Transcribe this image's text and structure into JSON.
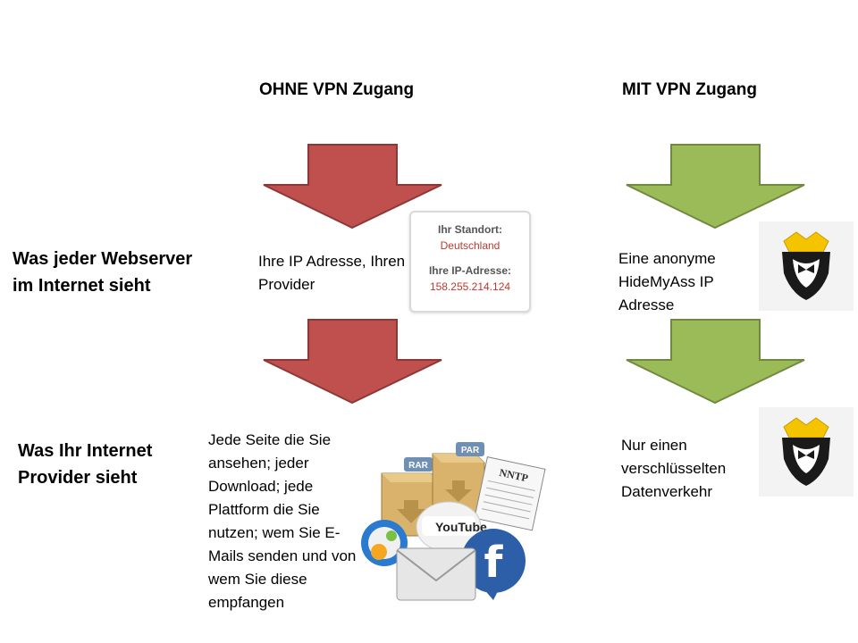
{
  "columns": {
    "without_vpn": "OHNE VPN Zugang",
    "with_vpn": "MIT VPN Zugang"
  },
  "rows": {
    "webserver": "Was jeder Webserver im Internet sieht",
    "provider": "Was Ihr Internet Provider sieht"
  },
  "cells": {
    "webserver_without": "Ihre IP Adresse, Ihren Provider",
    "webserver_with": "Eine  anonyme HideMyAss IP Adresse",
    "provider_without": "Jede Seite die Sie ansehen; jeder Download; jede Plattform die Sie nutzen; wem Sie E-Mails senden und von wem Sie diese empfangen",
    "provider_with": "Nur einen verschlüsselten Datenverkehr"
  },
  "ip_box": {
    "location_label": "Ihr Standort:",
    "location_value": "Deutschland",
    "ip_label": "Ihre IP-Adresse:",
    "ip_value": "158.255.214.124"
  },
  "icons": {
    "rar_label": "RAR",
    "par_label": "PAR",
    "nntp_label": "NNTP",
    "youtube_label": "YouTube"
  },
  "colors": {
    "red_arrow": "#c0504d",
    "red_arrow_border": "#8c3836",
    "green_arrow": "#9bbb59",
    "green_arrow_border": "#71893f"
  }
}
